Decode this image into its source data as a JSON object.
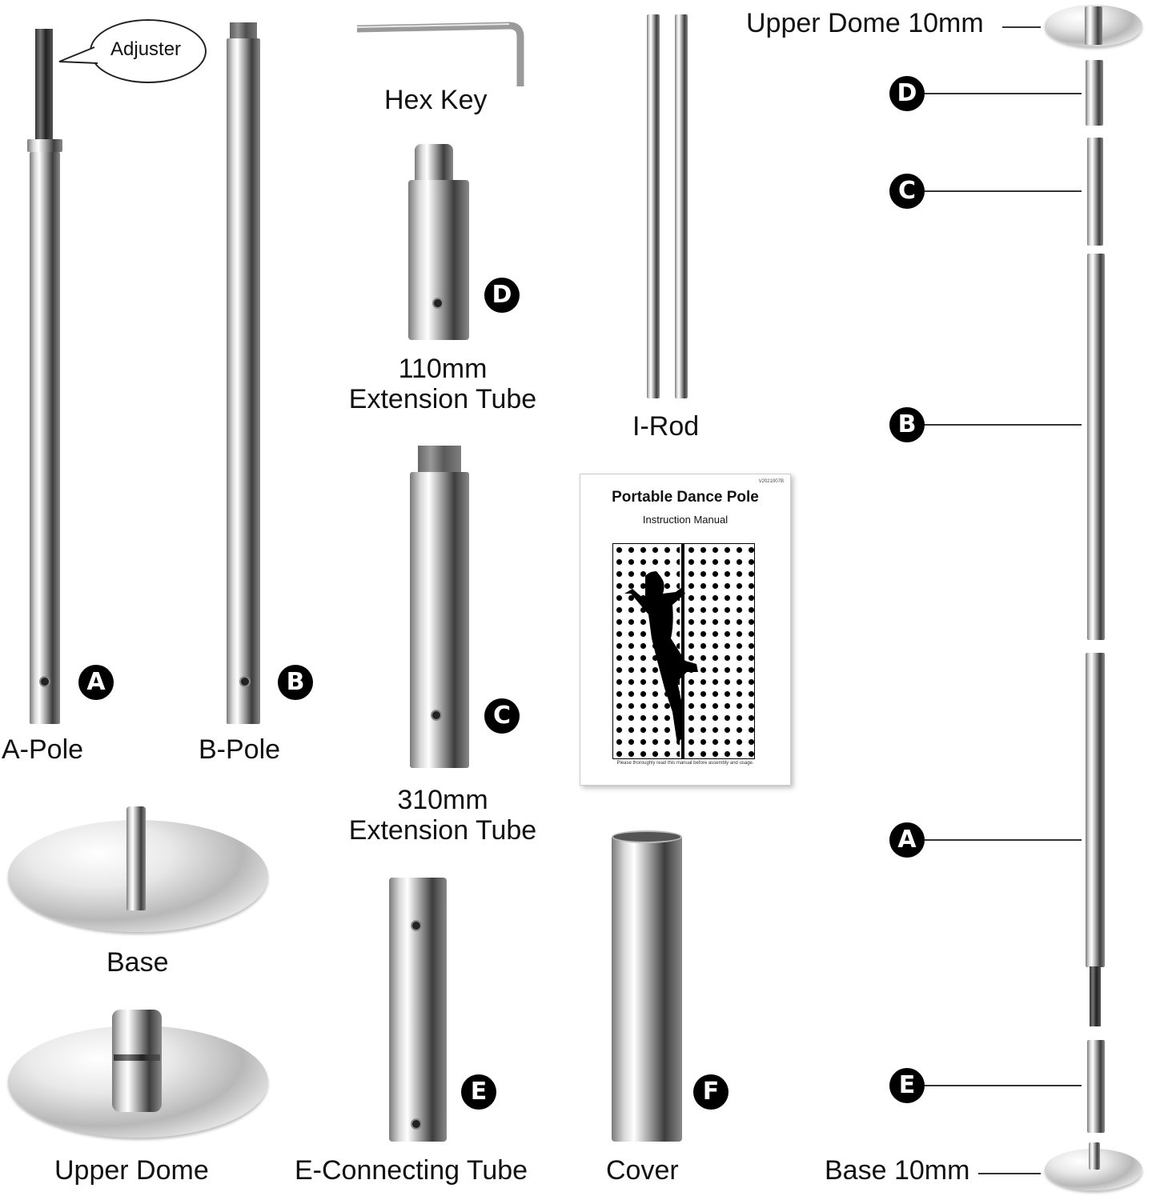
{
  "parts": {
    "a_pole": "A-Pole",
    "b_pole": "B-Pole",
    "adjuster": "Adjuster",
    "hex_key": "Hex Key",
    "ext110_line1": "110mm",
    "ext110_line2": "Extension Tube",
    "ext310_line1": "310mm",
    "ext310_line2": "Extension Tube",
    "i_rod": "I-Rod",
    "base": "Base",
    "upper_dome": "Upper Dome",
    "e_connecting_tube": "E-Connecting Tube",
    "cover": "Cover"
  },
  "badges": {
    "a": "A",
    "b": "B",
    "c": "C",
    "d": "D",
    "e": "E",
    "f": "F"
  },
  "manual": {
    "code": "V2021007B",
    "title": "Portable Dance Pole",
    "subtitle": "Instruction Manual",
    "footer": "Please thoroughly read this manual before assembly and usage."
  },
  "assembly": {
    "top_label": "Upper Dome 10mm",
    "bottom_label": "Base 10mm",
    "callouts": [
      "D",
      "C",
      "B",
      "A",
      "E"
    ]
  }
}
